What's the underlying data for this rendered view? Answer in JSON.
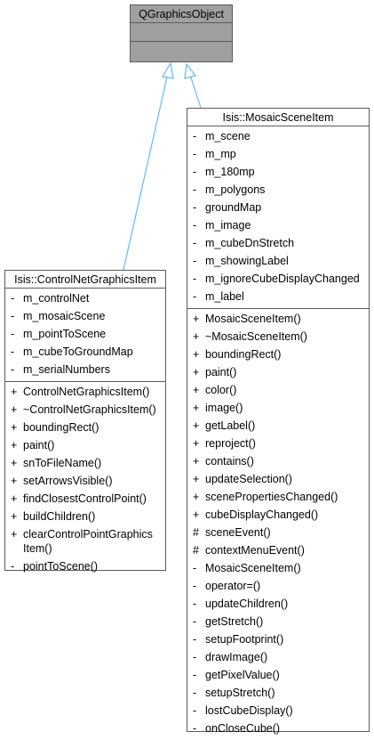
{
  "colors": {
    "base_fill": "#a0a0a0",
    "border": "#5b5b5b",
    "arrow": "#63b8ff"
  },
  "base": {
    "title": "QGraphicsObject"
  },
  "control_net": {
    "title": "Isis::ControlNetGraphicsItem",
    "attributes": [
      {
        "vis": "-",
        "name": "m_controlNet"
      },
      {
        "vis": "-",
        "name": "m_mosaicScene"
      },
      {
        "vis": "-",
        "name": "m_pointToScene"
      },
      {
        "vis": "-",
        "name": "m_cubeToGroundMap"
      },
      {
        "vis": "-",
        "name": "m_serialNumbers"
      }
    ],
    "methods": [
      {
        "vis": "+",
        "name": "ControlNetGraphicsItem()"
      },
      {
        "vis": "+",
        "name": "~ControlNetGraphicsItem()"
      },
      {
        "vis": "+",
        "name": "boundingRect()"
      },
      {
        "vis": "+",
        "name": "paint()"
      },
      {
        "vis": "+",
        "name": "snToFileName()"
      },
      {
        "vis": "+",
        "name": "setArrowsVisible()"
      },
      {
        "vis": "+",
        "name": "findClosestControlPoint()"
      },
      {
        "vis": "+",
        "name": "buildChildren()"
      },
      {
        "vis": "+",
        "name": "clearControlPointGraphics\nItem()"
      }
    ],
    "private_methods": [
      {
        "vis": "-",
        "name": "pointToScene()"
      }
    ]
  },
  "mosaic": {
    "title": "Isis::MosaicSceneItem",
    "attributes": [
      {
        "vis": "-",
        "name": "m_scene"
      },
      {
        "vis": "-",
        "name": "m_mp"
      },
      {
        "vis": "-",
        "name": "m_180mp"
      },
      {
        "vis": "-",
        "name": "m_polygons"
      },
      {
        "vis": "-",
        "name": "groundMap"
      },
      {
        "vis": "-",
        "name": "m_image"
      },
      {
        "vis": "-",
        "name": "m_cubeDnStretch"
      },
      {
        "vis": "-",
        "name": "m_showingLabel"
      },
      {
        "vis": "-",
        "name": "m_ignoreCubeDisplayChanged"
      },
      {
        "vis": "-",
        "name": "m_label"
      }
    ],
    "methods": [
      {
        "vis": "+",
        "name": "MosaicSceneItem()"
      },
      {
        "vis": "+",
        "name": "~MosaicSceneItem()"
      },
      {
        "vis": "+",
        "name": "boundingRect()"
      },
      {
        "vis": "+",
        "name": "paint()"
      },
      {
        "vis": "+",
        "name": "color()"
      },
      {
        "vis": "+",
        "name": "image()"
      },
      {
        "vis": "+",
        "name": "getLabel()"
      },
      {
        "vis": "+",
        "name": "reproject()"
      },
      {
        "vis": "+",
        "name": "contains()"
      },
      {
        "vis": "+",
        "name": "updateSelection()"
      },
      {
        "vis": "+",
        "name": "scenePropertiesChanged()"
      },
      {
        "vis": "+",
        "name": "cubeDisplayChanged()"
      },
      {
        "vis": "#",
        "name": "sceneEvent()"
      },
      {
        "vis": "#",
        "name": "contextMenuEvent()"
      },
      {
        "vis": "-",
        "name": "MosaicSceneItem()"
      },
      {
        "vis": "-",
        "name": "operator=()"
      },
      {
        "vis": "-",
        "name": "updateChildren()"
      },
      {
        "vis": "-",
        "name": "getStretch()"
      },
      {
        "vis": "-",
        "name": "setupFootprint()"
      },
      {
        "vis": "-",
        "name": "drawImage()"
      },
      {
        "vis": "-",
        "name": "getPixelValue()"
      },
      {
        "vis": "-",
        "name": "setupStretch()"
      },
      {
        "vis": "-",
        "name": "lostCubeDisplay()"
      },
      {
        "vis": "-",
        "name": "onCloseCube()"
      }
    ]
  }
}
